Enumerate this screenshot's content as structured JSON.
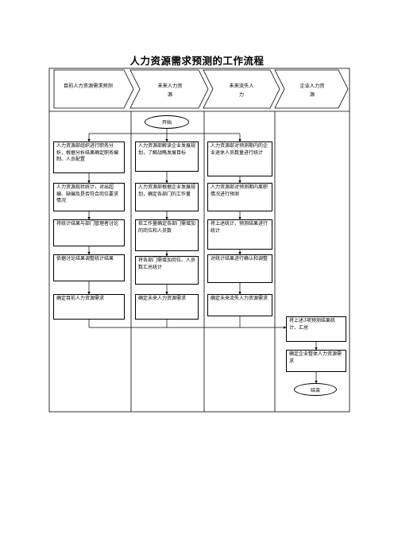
{
  "title": "人力资源需求预测的工作流程",
  "lanes": [
    {
      "label": "目前人力资源需求预测"
    },
    {
      "label": "未来人力资源"
    },
    {
      "label": "未来流失人力"
    },
    {
      "label": "企业人力资源"
    }
  ],
  "start_label": "开始",
  "end_label": "结束",
  "col1": [
    "人力资源部组织进行职务分析，根据分析结果确定职务编制、人员配置",
    "人力资源现状统计，对出超编、缺编及是否符合岗位要求情况",
    "将统计结果与部门管理者讨论",
    "依据讨论结果调整统计结果",
    "确定目前人力资源需求"
  ],
  "col2": [
    "人力资源部解读企业发展规划，了解战略发展目标",
    "人力资源部根据企业发展规划，确定各部门的工作量",
    "依工作量确定各部门需增加的岗位和人员数",
    "将各部门需增加岗位、人员数汇总统计",
    "确定未来人力资源需求"
  ],
  "col3": [
    "人力资源部对预测期内的企业退休人员数量进行统计",
    "人力资源部对预测期内离职情况进行预测",
    "将上述统计、预测结果进行统计",
    "对统计结果进行确认和调整",
    "确定未来流失人力资源需求"
  ],
  "col4": [
    "将上述3项预测结果统计、汇总",
    "确定企业整体人力资源需求"
  ]
}
